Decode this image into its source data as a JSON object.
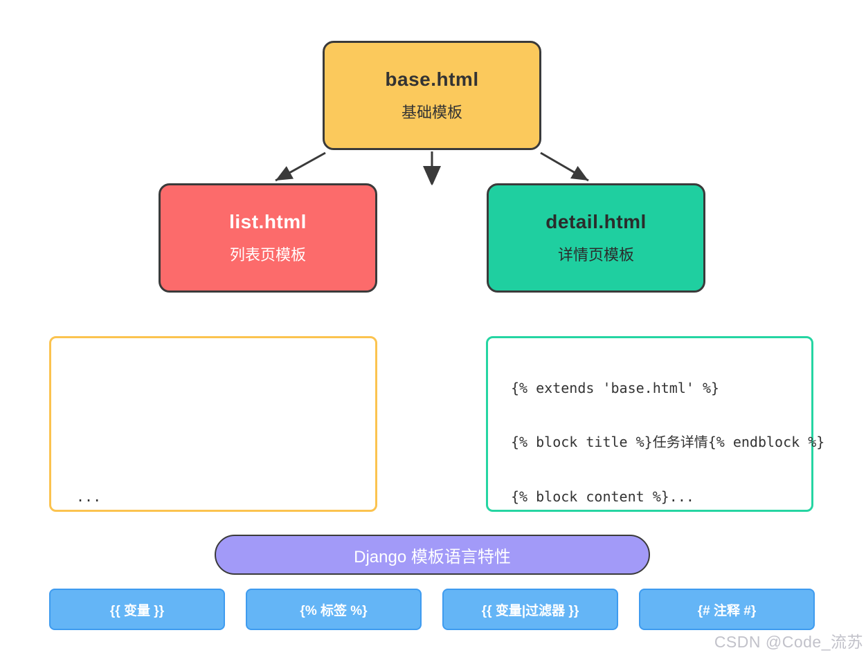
{
  "colors": {
    "ink": "#3a3a3a",
    "yellow-fill": "#fbc95c",
    "yellow-outline": "#fbc34f",
    "red-fill": "#fc6b6b",
    "green-fill": "#1fcfa0",
    "green-outline": "#25d5a2",
    "purple-fill": "#a29af8",
    "blue-fill": "#64b5f6",
    "blue-border": "#3e9bef",
    "code-ink": "#333333",
    "watermark": "#c2c2ca"
  },
  "nodes": {
    "base": {
      "title": "base.html",
      "subtitle": "基础模板"
    },
    "list": {
      "title": "list.html",
      "subtitle": "列表页模板"
    },
    "detail": {
      "title": "detail.html",
      "subtitle": "详情页模板"
    }
  },
  "panels": {
    "list_code": {
      "line1": "..."
    },
    "detail_code": {
      "line1": "{% extends 'base.html' %}",
      "line2": "{% block title %}任务详情{% endblock %}",
      "line3": "{% block content %}..."
    }
  },
  "features": {
    "header": "Django 模板语言特性",
    "items": [
      "{{ 变量 }}",
      "{% 标签 %}",
      "{{ 变量|过滤器 }}",
      "{# 注释 #}"
    ]
  },
  "watermark": "CSDN @Code_流苏"
}
